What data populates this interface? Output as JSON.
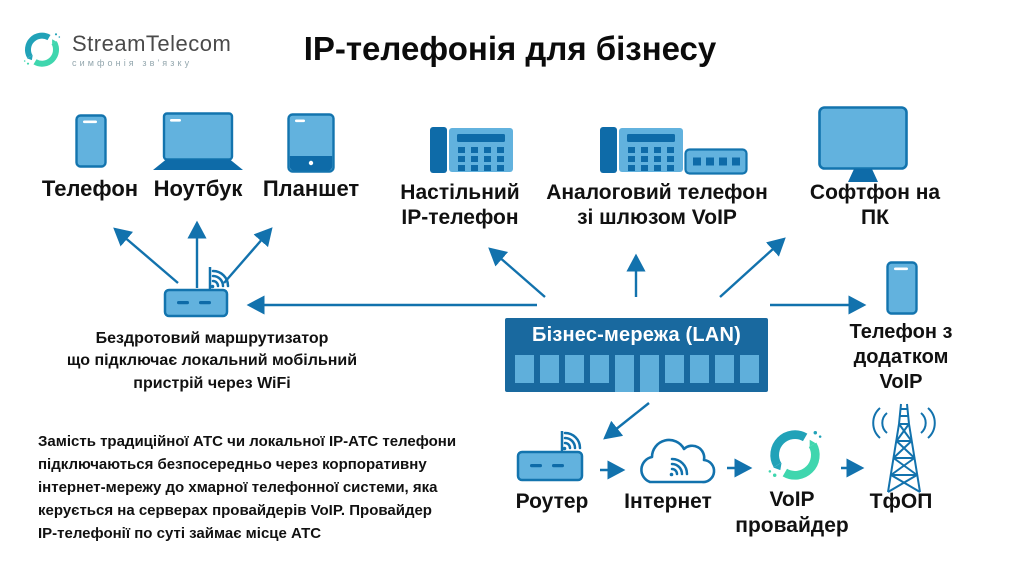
{
  "brand": {
    "name": "StreamTelecom",
    "tagline": "симфонія зв'язку"
  },
  "title": "IP-телефонія для бізнесу",
  "top_devices": {
    "phone": "Телефон",
    "laptop": "Ноутбук",
    "tablet": "Планшет",
    "ip_phone": "Настільний\nIP-телефон",
    "analog_phone": "Аналоговий телефон\nзі шлюзом VoIP",
    "softphone": "Софтфон на ПК"
  },
  "wifi_router_note": "Бездротовий маршрутизатор\nщо підключає локальний мобільний\nпристрій через WiFi",
  "lan_label": "Бізнес-мережа (LAN)",
  "voip_app_phone_label": "Телефон з\nдодатком VoIP",
  "description": "Замість традиційної АТС чи локальної IP-АТС телефони\nпідключаються безпосередньо через корпоративну\nінтернет-мережу до хмарної телефонної системи, яка\nкерується на серверах провайдерів VoIP. Провайдер\nIP-телефонії по суті займає місце АТС",
  "bottom_chain": {
    "router": "Роутер",
    "internet": "Інтернет",
    "voip_provider": "VoIP\nпровайдер",
    "pstn": "ТфОП"
  },
  "colors": {
    "arrow_blue": "#1272AD",
    "device_fill": "#62B2DE",
    "device_dark": "#0E6BA8",
    "lan_bg": "#19699F",
    "lan_port": "#5FAFDB",
    "logo_teal_dark": "#21A2B8",
    "logo_teal_light": "#3FD6AE",
    "text": "#111111"
  }
}
